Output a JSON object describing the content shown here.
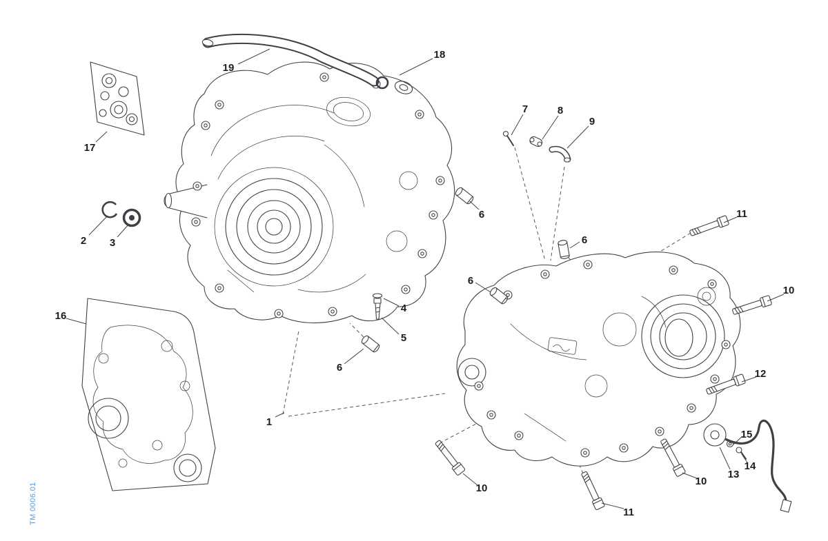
{
  "meta": {
    "drawing_code": "TM 0006.01"
  },
  "colors": {
    "line_art": "#3f4045",
    "code_text": "#5b9bd5",
    "background": "#ffffff"
  },
  "callouts": [
    {
      "label": "19"
    },
    {
      "label": "18"
    },
    {
      "label": "17"
    },
    {
      "label": "7"
    },
    {
      "label": "8"
    },
    {
      "label": "9"
    },
    {
      "label": "2"
    },
    {
      "label": "3"
    },
    {
      "label": "6"
    },
    {
      "label": "6"
    },
    {
      "label": "11"
    },
    {
      "label": "10"
    },
    {
      "label": "6"
    },
    {
      "label": "4"
    },
    {
      "label": "5"
    },
    {
      "label": "6"
    },
    {
      "label": "16"
    },
    {
      "label": "12"
    },
    {
      "label": "1"
    },
    {
      "label": "15"
    },
    {
      "label": "14"
    },
    {
      "label": "13"
    },
    {
      "label": "10"
    },
    {
      "label": "10"
    },
    {
      "label": "11"
    }
  ]
}
